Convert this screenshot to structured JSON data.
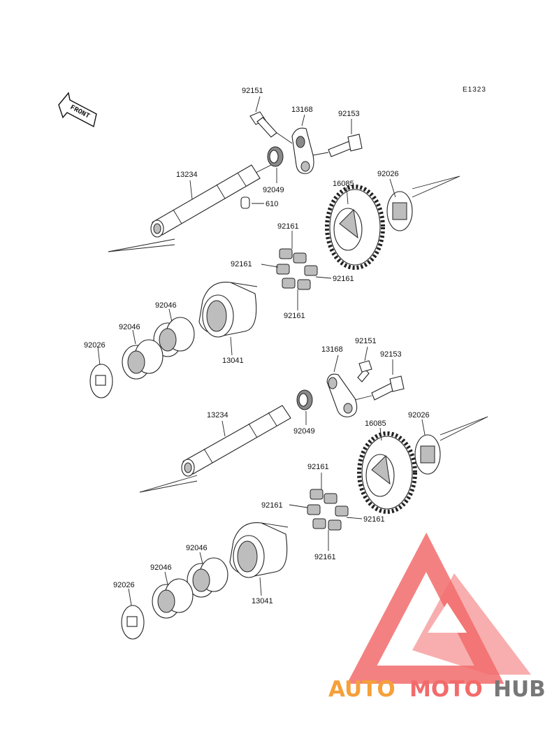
{
  "diagram_code": "E1323",
  "front_label": "FRONT",
  "colors": {
    "logo_red": "#f26b6b",
    "logo_orange": "#f5a03a",
    "logo_gray": "#777777"
  },
  "brand": {
    "part_a": "AUTO",
    "part_b": "MOTO",
    "part_c": "HUB"
  },
  "upper_assembly": {
    "bolt": "92151",
    "lever": "13168",
    "bolt2": "92153",
    "shaft": "13234",
    "seal": "92049",
    "pin": "610",
    "gear": "16085",
    "washer_right": "92026",
    "damper_top": "92161",
    "damper_left": "92161",
    "damper_right": "92161",
    "damper_bottom": "92161",
    "weight": "13041",
    "bearing_a": "92046",
    "bearing_b": "92046",
    "washer_left": "92026"
  },
  "lower_assembly": {
    "lever": "13168",
    "bolt": "92151",
    "bolt2": "92153",
    "shaft": "13234",
    "seal": "92049",
    "gear": "16085",
    "washer_right": "92026",
    "damper_top": "92161",
    "damper_left": "92161",
    "damper_right": "92161",
    "damper_bottom": "92161",
    "weight": "13041",
    "bearing_a": "92046",
    "bearing_b": "92046",
    "washer_left": "92026"
  }
}
